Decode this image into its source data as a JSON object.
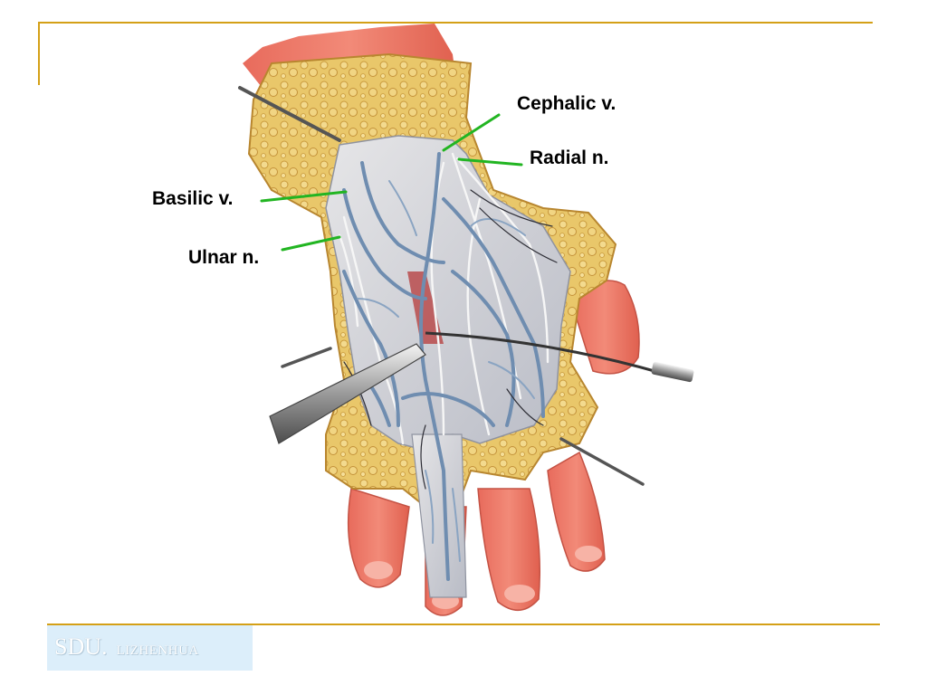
{
  "labels": {
    "cephalic": "Cephalic v.",
    "radial": "Radial n.",
    "basilic": "Basilic v.",
    "ulnar": "Ulnar n."
  },
  "footer": {
    "brand": "SDU.",
    "author": "LIZHENHUA"
  },
  "colors": {
    "accent_rule": "#d4a017",
    "leader_line": "#22b522",
    "footer_box": "#dceefa"
  },
  "icons": {
    "illustration": "dorsal-hand-dissection-illustration"
  }
}
